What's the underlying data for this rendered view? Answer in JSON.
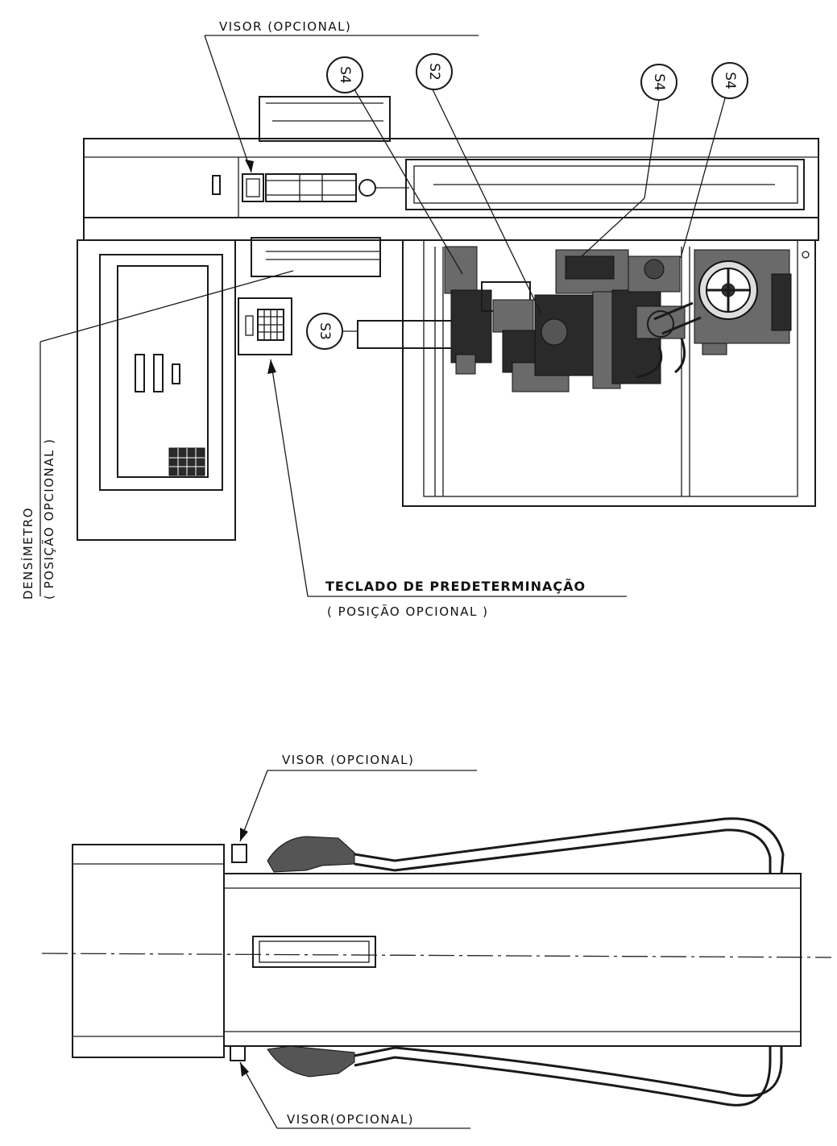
{
  "labels": {
    "visor_top": "VISOR (OPCIONAL)",
    "densimetro_line1": "DENSÍMETRO",
    "densimetro_line2": "( POSIÇÃO OPCIONAL )",
    "teclado_line1": "TECLADO DE PREDETERMINAÇÃO",
    "teclado_line2": "( POSIÇÃO OPCIONAL )",
    "visor_plan_top": "VISOR (OPCIONAL)",
    "visor_plan_bottom": "VISOR(OPCIONAL)"
  },
  "markers": [
    {
      "id": "s4_left",
      "text": "S4"
    },
    {
      "id": "s2",
      "text": "S2"
    },
    {
      "id": "s4_right_a",
      "text": "S4"
    },
    {
      "id": "s4_right_b",
      "text": "S4"
    },
    {
      "id": "s3",
      "text": "S3"
    }
  ]
}
